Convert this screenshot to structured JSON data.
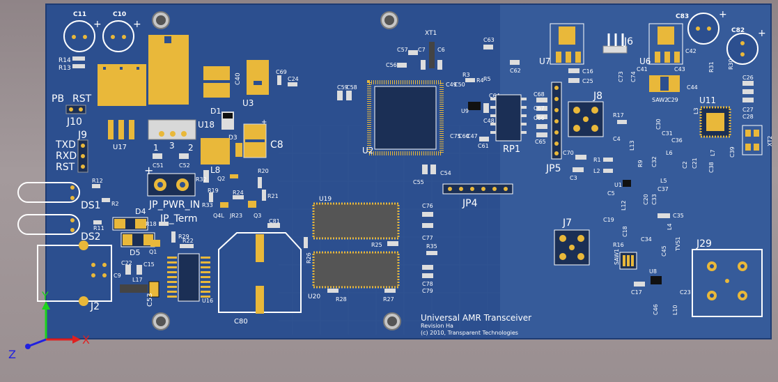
{
  "board": {
    "title": "Universal AMR Transceiver",
    "revision": "Revision Ha",
    "copyright": "(c) 2010, Transparent Technologies"
  },
  "axes": {
    "y": "Y",
    "x": "X",
    "z": "Z"
  },
  "colors": {
    "background": "#988d90",
    "board": "#2c4f8f",
    "board_light": "#3a5f9e",
    "pad_gold": "#e9b83a",
    "silk": "#ffffff"
  },
  "labels": {
    "C11": "C11",
    "C10": "C10",
    "R14": "R14",
    "R13": "R13",
    "PB": "PB",
    "RST": "RST",
    "J10": "J10",
    "J9": "J9",
    "TXD": "TXD",
    "RXD": "RXD",
    "RST2": "RST",
    "R12": "R12",
    "R2": "R2",
    "DS1": "DS1",
    "R11": "R11",
    "DS2": "DS2",
    "D4": "D4",
    "D5": "D5",
    "R18": "R18",
    "Q1": "Q1",
    "R29": "R29",
    "R22": "R22",
    "J2": "J2",
    "C22": "C22",
    "C15": "C15",
    "C9": "C9",
    "L17": "L17",
    "C53": "C53",
    "U16": "U16",
    "U17": "U17",
    "U18": "U18",
    "n1": "1",
    "n3": "3",
    "n2": "2",
    "C51": "C51",
    "C52": "C52",
    "JP_PWR_IN": "JP_PWR_IN",
    "JP_Term": "JP_Term",
    "C40": "C40",
    "U3": "U3",
    "C69": "C69",
    "C24": "C24",
    "D1": "D1",
    "C8": "C8",
    "D3": "D3",
    "L8": "L8",
    "R32": "R32",
    "Q2": "Q2",
    "R20": "R20",
    "R24": "R24",
    "R19": "R19",
    "R21": "R21",
    "R33": "R33",
    "Q4L": "Q4L",
    "JR23": "JR23",
    "Q3": "Q3",
    "C81": "C81",
    "C80": "C80",
    "R26": "R26",
    "U19": "U19",
    "U20": "U20",
    "R28": "R28",
    "R25": "R25",
    "R27": "R27",
    "C76": "C76",
    "C77": "C77",
    "R35": "R35",
    "C78": "C78",
    "C79": "C79",
    "XT1": "XT1",
    "C57": "C57",
    "C56": "C56",
    "C7": "C7",
    "C6": "C6",
    "C59": "C59",
    "C58": "C58",
    "U2": "U2",
    "C63": "C63",
    "C62": "C62",
    "C49": "C49",
    "C50": "C50",
    "R3": "R3",
    "R4": "R4",
    "R5": "R5",
    "C64": "C64",
    "U9": "U9",
    "C48": "C48",
    "C75": "C75",
    "C60": "C60",
    "C47": "C47",
    "C61": "C61",
    "RP1": "RP1",
    "C55": "C55",
    "C54": "C54",
    "JP4": "JP4",
    "U7": "U7",
    "C16": "C16",
    "C25": "C25",
    "C68": "C68",
    "C67": "C67",
    "C66": "C66",
    "C65": "C65",
    "JP5": "JP5",
    "C70": "C70",
    "C3": "C3",
    "J6": "J6",
    "C83": "C83",
    "C82": "C82",
    "U6": "U6",
    "C42": "C42",
    "C43": "C43",
    "C41": "C41",
    "C73": "C73",
    "C74": "C74",
    "C44": "C44",
    "R31": "R31",
    "R30": "R30",
    "SAW2": "SAW2",
    "C29": "C29",
    "C26": "C26",
    "C27": "C27",
    "C28": "C28",
    "J8": "J8",
    "R17": "R17",
    "C4": "C4",
    "L13": "L13",
    "C30": "C30",
    "C31": "C31",
    "L3": "L3",
    "U11": "U11",
    "C36": "C36",
    "L7": "L7",
    "C38": "C38",
    "C39": "C39",
    "XT2": "XT2",
    "R1": "R1",
    "L2": "L2",
    "R9": "R9",
    "C32": "C32",
    "L6": "L6",
    "C2": "C2",
    "C21": "C21",
    "U1": "U1",
    "C5": "C5",
    "L5": "L5",
    "C37": "C37",
    "C20": "C20",
    "C33": "C33",
    "L12": "L12",
    "C35": "C35",
    "C19": "C19",
    "L4": "L4",
    "C34": "C34",
    "J7": "J7",
    "C18": "C18",
    "R16": "R16",
    "TVS1": "TVS1",
    "C45": "C45",
    "SAW1": "SAW1",
    "U8": "U8",
    "C17": "C17",
    "C23": "C23",
    "C46": "C46",
    "L10": "L10",
    "J29": "J29"
  }
}
